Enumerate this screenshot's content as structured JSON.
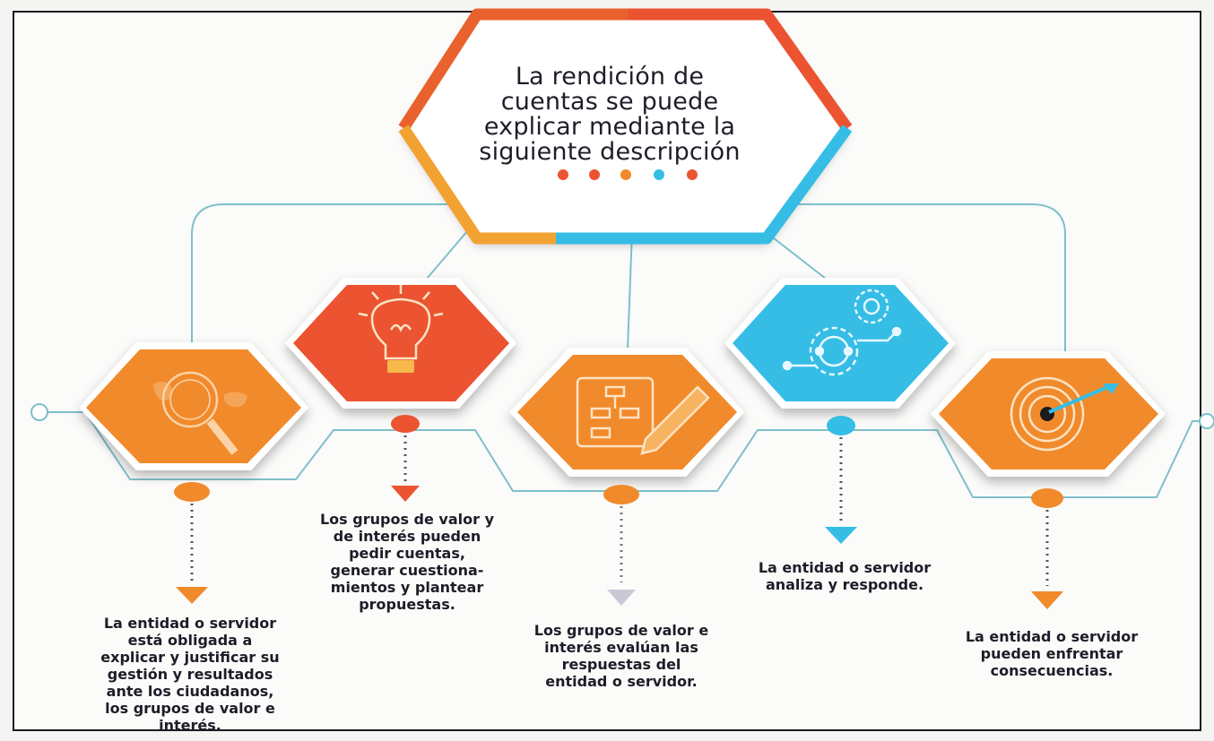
{
  "title": {
    "lines": [
      "La rendición de",
      "cuentas se puede",
      "explicar mediante la",
      "siguiente descripción"
    ]
  },
  "colors": {
    "orange": "#f18a2b",
    "red": "#ec5331",
    "blue": "#35bde6",
    "line": "#7fbfcb",
    "text": "#1d1d28"
  },
  "steps": [
    {
      "icon": "magnifier-map-icon",
      "color": "#f18a2b",
      "caption": [
        "La  entidad o servidor",
        "está obligada a",
        "explicar y justificar su",
        "gestión y resultados",
        "ante los ciudadanos,",
        "los grupos de valor e",
        "interés."
      ]
    },
    {
      "icon": "lightbulb-icon",
      "color": "#ec5331",
      "caption": [
        "Los grupos de valor y",
        "de interés pueden",
        "pedir cuentas,",
        "generar cuestiona-",
        "mientos y plantear",
        "propuestas."
      ]
    },
    {
      "icon": "planning-board-icon",
      "color": "#f18a2b",
      "caption": [
        "Los grupos de valor e",
        "interés evalúan las",
        "respuestas del",
        "entidad o servidor."
      ]
    },
    {
      "icon": "gears-icon",
      "color": "#35bde6",
      "caption": [
        "La entidad o servidor",
        "analiza y responde."
      ]
    },
    {
      "icon": "target-icon",
      "color": "#f18a2b",
      "caption": [
        "La entidad o servidor",
        "pueden enfrentar",
        "consecuencias."
      ]
    }
  ]
}
